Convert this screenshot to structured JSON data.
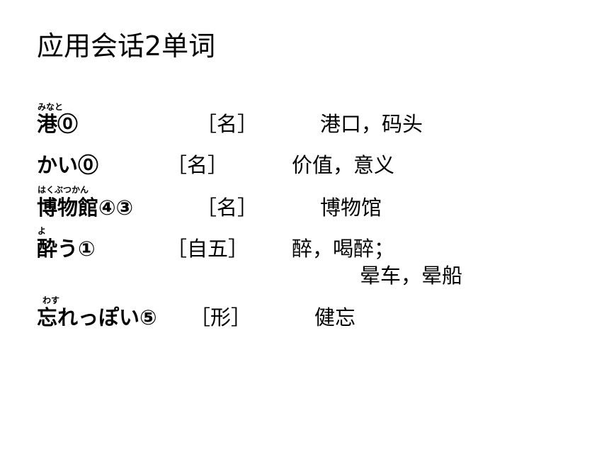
{
  "title": "应用会话2单词",
  "entries": [
    {
      "ruby": "みなと",
      "word": "港⓪",
      "pos": "［名］",
      "meaning": "港口，码头",
      "meaning2": ""
    },
    {
      "ruby": "",
      "word": "かい⓪",
      "pos": "［名］",
      "meaning": "价值，意义",
      "meaning2": ""
    },
    {
      "ruby": "はくぶつかん",
      "word": "博物館④③",
      "pos": "［名］",
      "meaning": "博物馆",
      "meaning2": ""
    },
    {
      "ruby": "よ",
      "word": "酔う①",
      "pos": "［自五］",
      "meaning": "醉，喝醉；",
      "meaning2": "晕车，晕船"
    },
    {
      "ruby": "わす",
      "word": "忘れっぽい⑤",
      "pos": "［形］",
      "meaning": "健忘",
      "meaning2": ""
    }
  ]
}
